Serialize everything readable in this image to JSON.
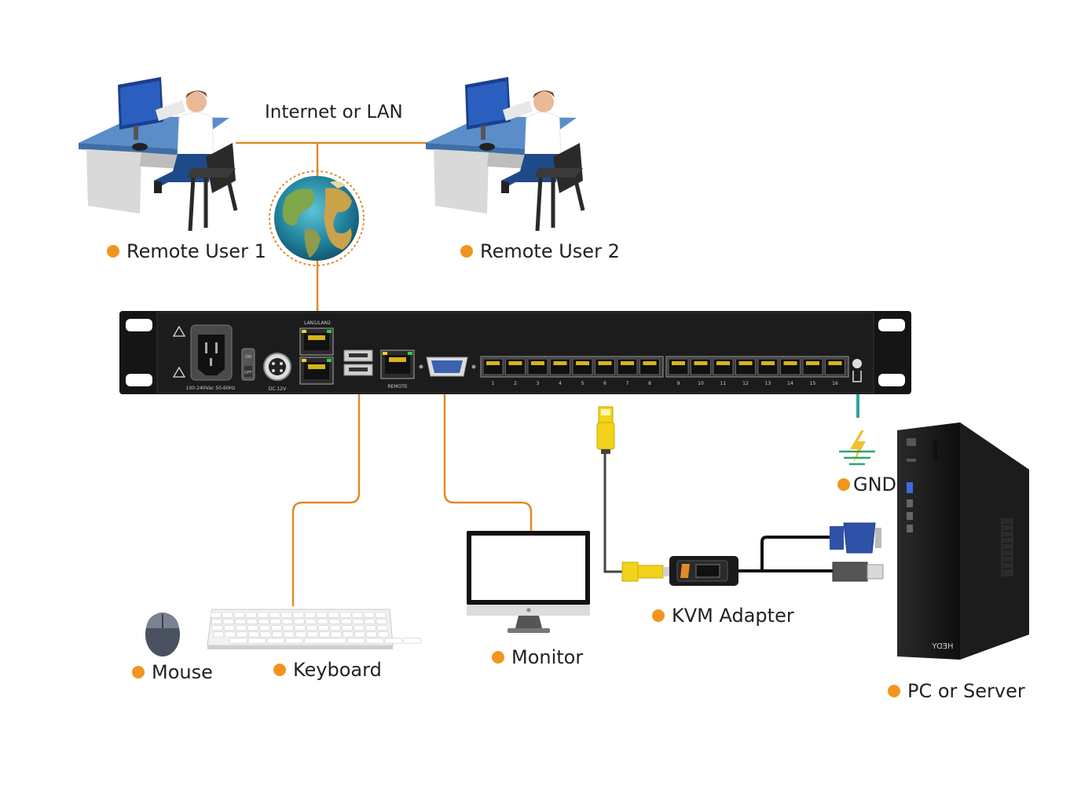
{
  "diagram": {
    "network_label": "Internet or LAN",
    "nodes": {
      "remote_user_1": "Remote User 1",
      "remote_user_2": "Remote User 2",
      "mouse": "Mouse",
      "keyboard": "Keyboard",
      "monitor": "Monitor",
      "kvm_adapter": "KVM Adapter",
      "gnd": "GND",
      "pc_server": "PC or Server"
    },
    "device_panel": {
      "power_spec": "100-240Vac 50-60Hz",
      "switch_on": "ON",
      "switch_off": "OFF",
      "dc_label": "DC.12V",
      "lan_label": "LAN1/LAN2",
      "remote_label": "REMOTE",
      "port_numbers": [
        "1",
        "2",
        "3",
        "4",
        "5",
        "6",
        "7",
        "8",
        "9",
        "10",
        "11",
        "12",
        "13",
        "14",
        "15",
        "16"
      ]
    },
    "pc_brand": "HEDY",
    "colors": {
      "connector_line": "#e08a2a",
      "bullet": "#f0961e",
      "ground_line": "#2fa6a0",
      "rj45_yellow": "#f2d21a",
      "panel": "#151515"
    }
  }
}
